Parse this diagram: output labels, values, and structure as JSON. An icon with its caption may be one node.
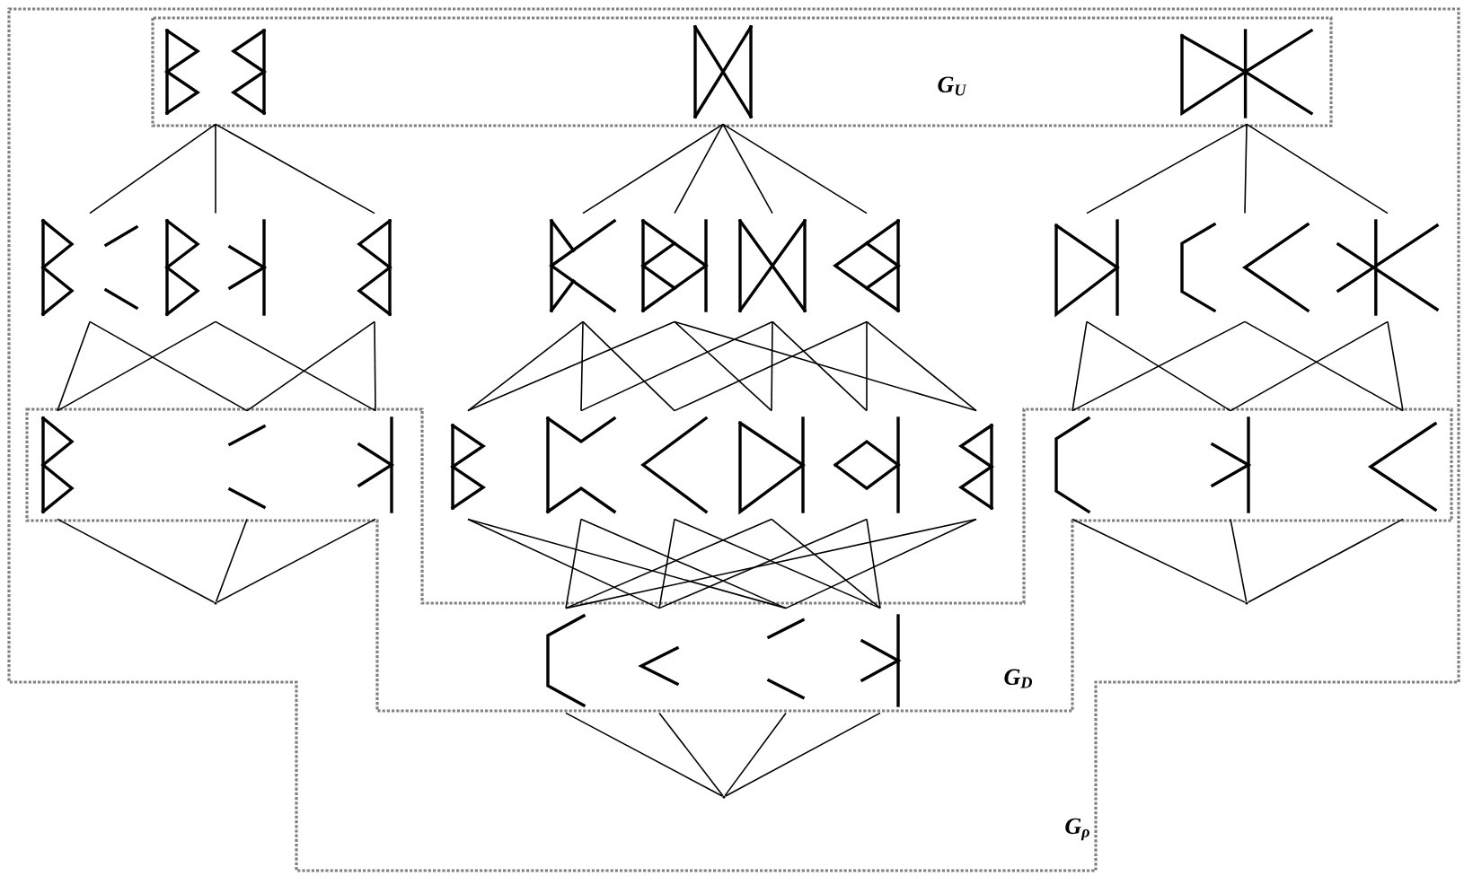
{
  "diagram": {
    "nodes": [
      {
        "text": [],
        "shape": "picture"
      },
      {
        "text": [],
        "shape": "picture"
      },
      {
        "text": [],
        "shape": "picture"
      },
      {
        "text": [],
        "shape": "picture"
      },
      {
        "text": [],
        "shape": "picture"
      },
      {
        "text": [],
        "shape": "picture"
      },
      {
        "text": [],
        "shape": "picture"
      },
      {
        "text": [],
        "shape": "picture"
      },
      {
        "text": [],
        "shape": "picture"
      },
      {
        "text": [],
        "shape": "picture"
      },
      {
        "text": [],
        "shape": "picture"
      },
      {
        "text": [],
        "shape": "picture"
      },
      {
        "text": [],
        "shape": "picture"
      },
      {
        "text": [],
        "shape": "picture"
      },
      {
        "text": [],
        "shape": "picture"
      },
      {
        "text": [],
        "shape": "picture"
      },
      {
        "text": [],
        "shape": "picture"
      },
      {
        "text": [],
        "shape": "picture"
      },
      {
        "text": [],
        "shape": "picture"
      },
      {
        "text": [],
        "shape": "picture"
      },
      {
        "text": [],
        "shape": "picture"
      },
      {
        "text": [],
        "shape": "picture"
      },
      {
        "text": [],
        "shape": "picture"
      },
      {
        "text": [],
        "shape": "picture"
      },
      {
        "text": [],
        "shape": "picture"
      },
      {
        "text": [],
        "shape": "dot"
      },
      {
        "text": [],
        "shape": "picture"
      },
      {
        "text": [],
        "shape": "picture"
      },
      {
        "text": [],
        "shape": "picture"
      },
      {
        "text": [],
        "shape": "picture"
      },
      {
        "text": [],
        "shape": "dot"
      },
      {
        "text": [],
        "shape": "dot"
      }
    ],
    "edges": [
      {
        "from": 0,
        "to": 3,
        "arrow": "none"
      },
      {
        "from": 0,
        "to": 4,
        "arrow": "none"
      },
      {
        "from": 0,
        "to": 5,
        "arrow": "none"
      },
      {
        "from": 3,
        "to": 13,
        "arrow": "none"
      },
      {
        "from": 3,
        "to": 14,
        "arrow": "none"
      },
      {
        "from": 4,
        "to": 13,
        "arrow": "none"
      },
      {
        "from": 4,
        "to": 15,
        "arrow": "none"
      },
      {
        "from": 5,
        "to": 14,
        "arrow": "none"
      },
      {
        "from": 5,
        "to": 15,
        "arrow": "none"
      },
      {
        "from": 13,
        "to": 25,
        "arrow": "none"
      },
      {
        "from": 14,
        "to": 25,
        "arrow": "none"
      },
      {
        "from": 15,
        "to": 25,
        "arrow": "none"
      },
      {
        "from": 1,
        "to": 6,
        "arrow": "none"
      },
      {
        "from": 1,
        "to": 7,
        "arrow": "none"
      },
      {
        "from": 1,
        "to": 8,
        "arrow": "none"
      },
      {
        "from": 1,
        "to": 9,
        "arrow": "none"
      },
      {
        "from": 6,
        "to": 16,
        "arrow": "none"
      },
      {
        "from": 6,
        "to": 17,
        "arrow": "none"
      },
      {
        "from": 6,
        "to": 18,
        "arrow": "none"
      },
      {
        "from": 7,
        "to": 16,
        "arrow": "none"
      },
      {
        "from": 7,
        "to": 19,
        "arrow": "none"
      },
      {
        "from": 7,
        "to": 21,
        "arrow": "none"
      },
      {
        "from": 8,
        "to": 17,
        "arrow": "none"
      },
      {
        "from": 8,
        "to": 19,
        "arrow": "none"
      },
      {
        "from": 8,
        "to": 20,
        "arrow": "none"
      },
      {
        "from": 9,
        "to": 18,
        "arrow": "none"
      },
      {
        "from": 9,
        "to": 20,
        "arrow": "none"
      },
      {
        "from": 9,
        "to": 21,
        "arrow": "none"
      },
      {
        "from": 17,
        "to": 26,
        "arrow": "none"
      },
      {
        "from": 19,
        "to": 26,
        "arrow": "none"
      },
      {
        "from": 21,
        "to": 26,
        "arrow": "none"
      },
      {
        "from": 16,
        "to": 27,
        "arrow": "none"
      },
      {
        "from": 18,
        "to": 27,
        "arrow": "none"
      },
      {
        "from": 20,
        "to": 27,
        "arrow": "none"
      },
      {
        "from": 16,
        "to": 28,
        "arrow": "none"
      },
      {
        "from": 17,
        "to": 28,
        "arrow": "none"
      },
      {
        "from": 21,
        "to": 28,
        "arrow": "none"
      },
      {
        "from": 18,
        "to": 29,
        "arrow": "none"
      },
      {
        "from": 19,
        "to": 29,
        "arrow": "none"
      },
      {
        "from": 20,
        "to": 29,
        "arrow": "none"
      },
      {
        "from": 26,
        "to": 30,
        "arrow": "none"
      },
      {
        "from": 27,
        "to": 30,
        "arrow": "none"
      },
      {
        "from": 28,
        "to": 30,
        "arrow": "none"
      },
      {
        "from": 29,
        "to": 30,
        "arrow": "none"
      },
      {
        "from": 2,
        "to": 10,
        "arrow": "none"
      },
      {
        "from": 2,
        "to": 11,
        "arrow": "none"
      },
      {
        "from": 2,
        "to": 12,
        "arrow": "none"
      },
      {
        "from": 10,
        "to": 22,
        "arrow": "none"
      },
      {
        "from": 10,
        "to": 23,
        "arrow": "none"
      },
      {
        "from": 11,
        "to": 22,
        "arrow": "none"
      },
      {
        "from": 11,
        "to": 24,
        "arrow": "none"
      },
      {
        "from": 12,
        "to": 23,
        "arrow": "none"
      },
      {
        "from": 12,
        "to": 24,
        "arrow": "none"
      },
      {
        "from": 22,
        "to": 31,
        "arrow": "none"
      },
      {
        "from": 23,
        "to": 31,
        "arrow": "none"
      },
      {
        "from": 24,
        "to": 31,
        "arrow": "none"
      }
    ],
    "labels": [
      "G$_{U}$",
      "G$_{D}$",
      "G$_{ρ}$"
    ]
  }
}
